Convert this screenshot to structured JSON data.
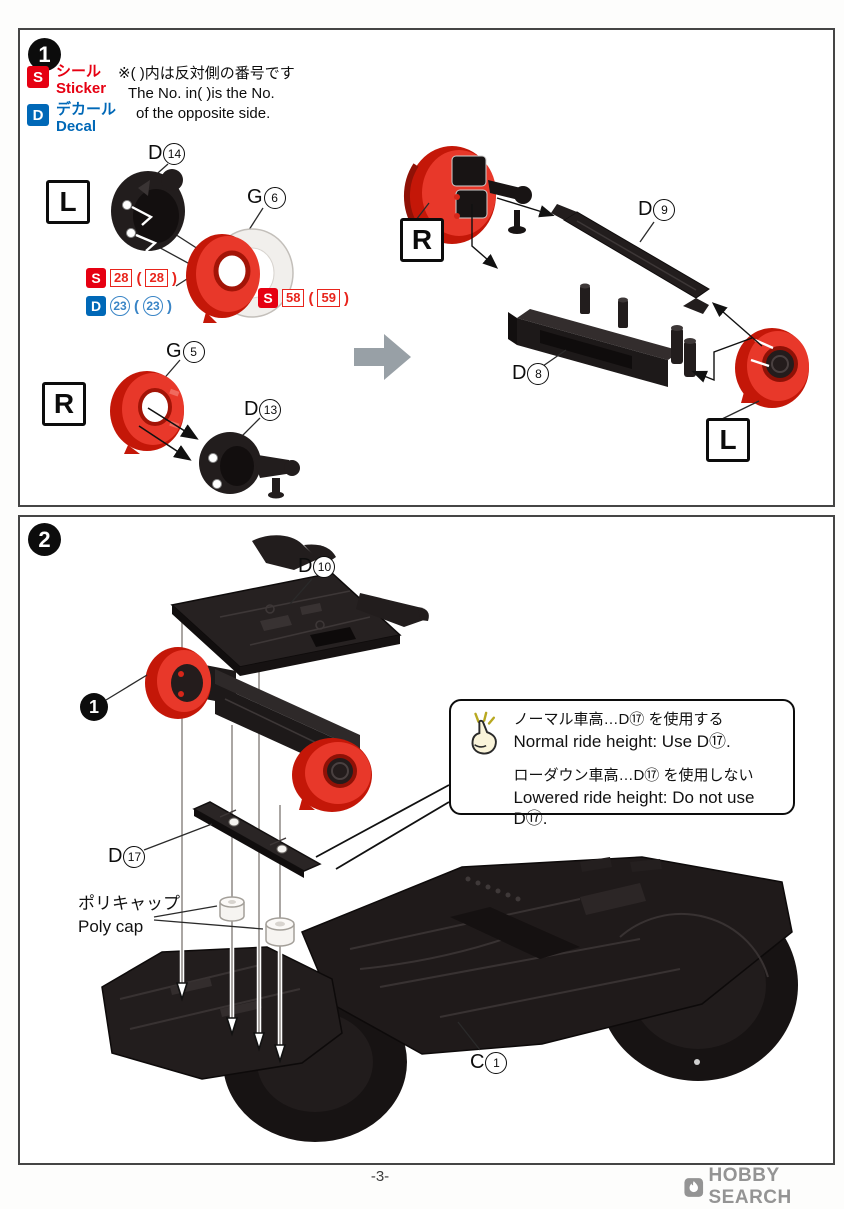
{
  "footer": {
    "page_number": "-3-",
    "brand": "HOBBY SEARCH"
  },
  "step1": {
    "number": "1",
    "legend": {
      "sticker_badge": "S",
      "sticker_jp": "シール",
      "sticker_en": "Sticker",
      "decal_badge": "D",
      "decal_jp": "デカール",
      "decal_en": "Decal"
    },
    "note": {
      "line1": "※( )内は反対側の番号です",
      "line2": "The No. in( )is the No.",
      "line3": "of the opposite side."
    },
    "boxes": {
      "l1": "L",
      "r1": "R",
      "r2": "R",
      "l2": "L"
    },
    "labels": {
      "d14": {
        "letter": "D",
        "number": "14"
      },
      "g6": {
        "letter": "G",
        "number": "6"
      },
      "g5": {
        "letter": "G",
        "number": "5"
      },
      "d13": {
        "letter": "D",
        "number": "13"
      },
      "d9": {
        "letter": "D",
        "number": "9"
      },
      "d8": {
        "letter": "D",
        "number": "8"
      }
    },
    "stickers": {
      "s28": {
        "badge": "S",
        "number": "28",
        "open": "(",
        "alt": "28",
        "close": ")"
      },
      "d23": {
        "badge": "D",
        "number": "23",
        "open": "(",
        "alt": "23",
        "close": ")"
      },
      "s58": {
        "badge": "S",
        "number": "58",
        "open": "(",
        "alt": "59",
        "close": ")"
      }
    }
  },
  "step2": {
    "number": "2",
    "assembly_ref": "1",
    "labels": {
      "d10": {
        "letter": "D",
        "number": "10"
      },
      "d17": {
        "letter": "D",
        "number": "17"
      },
      "c1": {
        "letter": "C",
        "number": "1"
      }
    },
    "polycap": {
      "jp": "ポリキャップ",
      "en": "Poly cap"
    },
    "callout": {
      "normal_jp": "ノーマル車高…D⑰ を使用する",
      "normal_en": "Normal ride height: Use D⑰.",
      "lowered_jp": "ローダウン車高…D⑰ を使用しない",
      "lowered_en": "Lowered ride height: Do not use D⑰."
    }
  }
}
